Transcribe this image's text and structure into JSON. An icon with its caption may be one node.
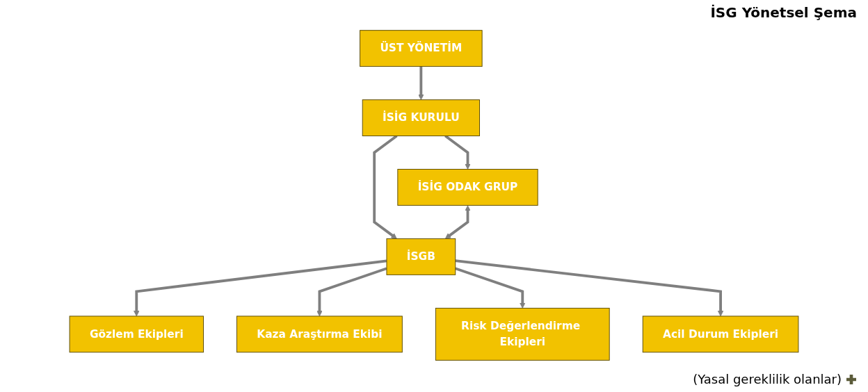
{
  "diagram": {
    "title": "İSG Yönetsel Şema",
    "nodes": [
      {
        "text": [
          "ÜST YÖNETİM"
        ]
      },
      {
        "text": [
          "İSİG KURULU"
        ]
      },
      {
        "text": [
          "İSİG ODAK GRUP"
        ]
      },
      {
        "text": [
          "İSGB"
        ]
      },
      {
        "text": [
          "Gözlem Ekipleri"
        ]
      },
      {
        "text": [
          "Kaza Araştırma Ekibi"
        ]
      },
      {
        "text": [
          "Risk Değerlendirme Ekipleri"
        ]
      },
      {
        "text": [
          "Acil Durum Ekipleri"
        ]
      }
    ],
    "edges": [
      {
        "from": 0,
        "to": 1,
        "arrow": "to"
      },
      {
        "from": 1,
        "to": 2,
        "arrow": "to"
      },
      {
        "from": 1,
        "to": 3,
        "arrow": "to"
      },
      {
        "from": 2,
        "to": 3,
        "arrow": "both"
      },
      {
        "from": 3,
        "to": 4,
        "arrow": "to"
      },
      {
        "from": 3,
        "to": 5,
        "arrow": "to"
      },
      {
        "from": 3,
        "to": 6,
        "arrow": "to"
      },
      {
        "from": 3,
        "to": 7,
        "arrow": "to"
      }
    ],
    "legend": [
      {
        "text": "(Yasal gereklilik olanlar)"
      }
    ]
  }
}
